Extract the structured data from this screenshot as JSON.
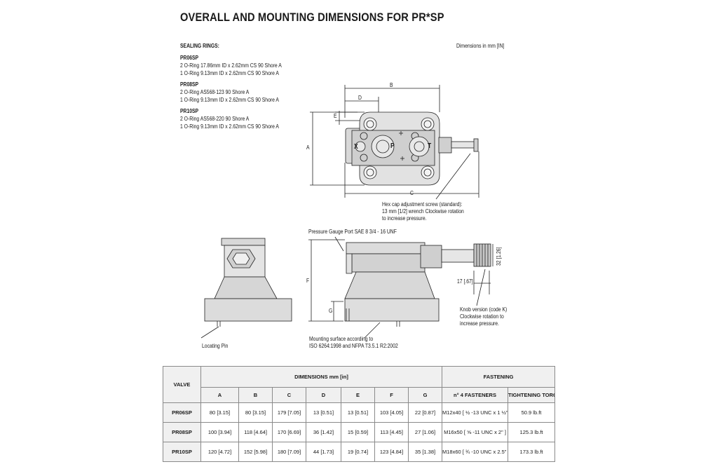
{
  "title": "OVERALL AND MOUNTING DIMENSIONS FOR PR*SP",
  "units_note": "Dimensions in mm [IN]",
  "sealing": {
    "heading": "SEALING RINGS:",
    "groups": [
      {
        "valve": "PR06SP",
        "lines": [
          "2 O-Ring 17.86mm ID x 2.62mm CS 90 Shore A",
          "1 O-Ring 9.13mm ID x 2.62mm CS 90 Shore A"
        ]
      },
      {
        "valve": "PR08SP",
        "lines": [
          "2 O-Ring AS568-123 90 Shore A",
          "1 O-Ring 9.13mm ID x 2.62mm CS 90 Shore A"
        ]
      },
      {
        "valve": "PR10SP",
        "lines": [
          "2 O-Ring AS568-220 90 Shore A",
          "1 O-Ring 9.13mm ID x 2.62mm CS 90 Shore A"
        ]
      }
    ]
  },
  "drawing": {
    "dim_letters": {
      "A": "A",
      "B": "B",
      "C": "C",
      "D": "D",
      "E": "E",
      "F": "F",
      "G": "G"
    },
    "ports": {
      "x": "X",
      "p": "P",
      "t": "T"
    },
    "hex_note": [
      "Hex cap adjustment screw (standard):",
      "13 mm  [1/2] wrench Clockwise rotation",
      "to increase pressure."
    ],
    "gauge_note": "Pressure Gauge Port  SAE 8  3/4 - 16 UNF",
    "knob_dim": "32 [1.26]",
    "knob_offset": "17  [.67]",
    "knob_note": [
      "Knob version (code K)",
      "Clockwise rotation to",
      "increase pressure."
    ],
    "mount_note": [
      "Mounting surface according to",
      "ISO 6264:1998 and NFPA T3.5.1 R2:2002"
    ],
    "pin_note": "Locating Pin"
  },
  "table": {
    "valve_header": "VALVE",
    "dims_header": "DIMENSIONS mm [in]",
    "fastening_header": "FASTENING",
    "dim_cols": [
      "A",
      "B",
      "C",
      "D",
      "E",
      "F",
      "G"
    ],
    "fast_cols": [
      "n° 4  FASTENERS",
      "TIGHTENING TORQUE"
    ],
    "rows": [
      {
        "valve": "PR06SP",
        "dims": [
          "80 [3.15]",
          "80 [3.15]",
          "179 [7.05]",
          "13 [0.51]",
          "13 [0.51]",
          "103 [4.05]",
          "22 [0.87]"
        ],
        "fasteners": "M12x40 [ ½ -13 UNC x 1 ½\" ]",
        "torque": "50.9 lb.ft"
      },
      {
        "valve": "PR08SP",
        "dims": [
          "100 [3.94]",
          "118 [4.64]",
          "170 [6.69]",
          "36 [1.42]",
          "15 [0.59]",
          "113 [4.45]",
          "27 [1.06]"
        ],
        "fasteners": "M16x50 [ ⅝ -11 UNC x 2\" ]",
        "torque": "125.3 lb.ft"
      },
      {
        "valve": "PR10SP",
        "dims": [
          "120 [4.72]",
          "152 [5.98]",
          "180 [7.09]",
          "44 [1.73]",
          "19 [0.74]",
          "123 [4.84]",
          "35 [1.38]"
        ],
        "fasteners": "M18x60 [ ¾ -10 UNC x 2.5\" ]",
        "torque": "173.3 lb.ft"
      }
    ]
  }
}
